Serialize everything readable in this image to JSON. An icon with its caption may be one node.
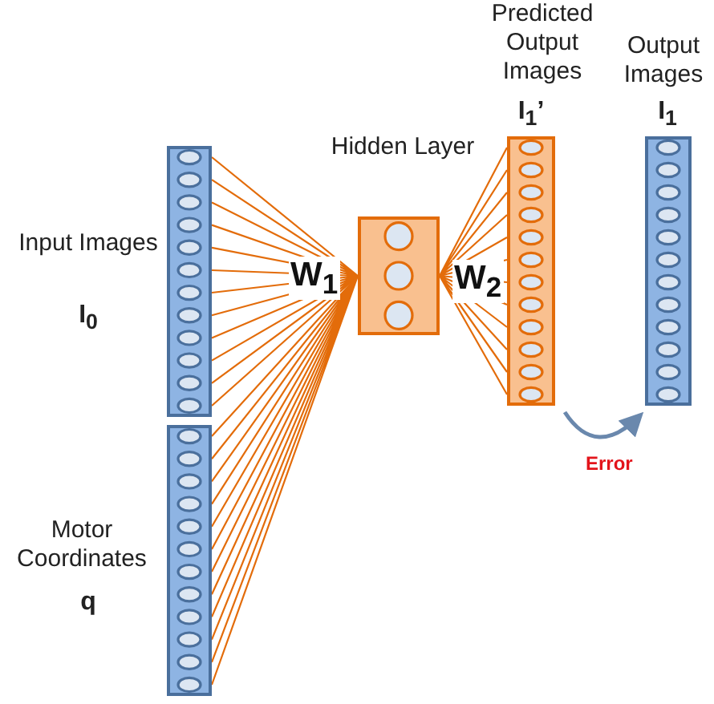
{
  "diagram": {
    "nodes": [
      {
        "text": [
          "Input Images",
          "I$_{0}$"
        ]
      },
      {
        "text": [
          "Motor Coordinates",
          "q"
        ]
      },
      {
        "text": [
          "Hidden Layer"
        ]
      },
      {
        "text": [
          "Predicted Output Images",
          "I$_{1}$’"
        ]
      },
      {
        "text": [
          "Output Images",
          "I$_{1}$"
        ]
      }
    ],
    "edges": [
      {
        "from": 0,
        "to": 2,
        "arrow": "none",
        "label": "W$_{1}$"
      },
      {
        "from": 1,
        "to": 2,
        "arrow": "none"
      },
      {
        "from": 2,
        "to": 3,
        "arrow": "none",
        "label": "W$_{2}$"
      },
      {
        "from": 3,
        "to": 4,
        "arrow": "to",
        "label": "Error",
        "color": "#6a88ad"
      }
    ]
  }
}
